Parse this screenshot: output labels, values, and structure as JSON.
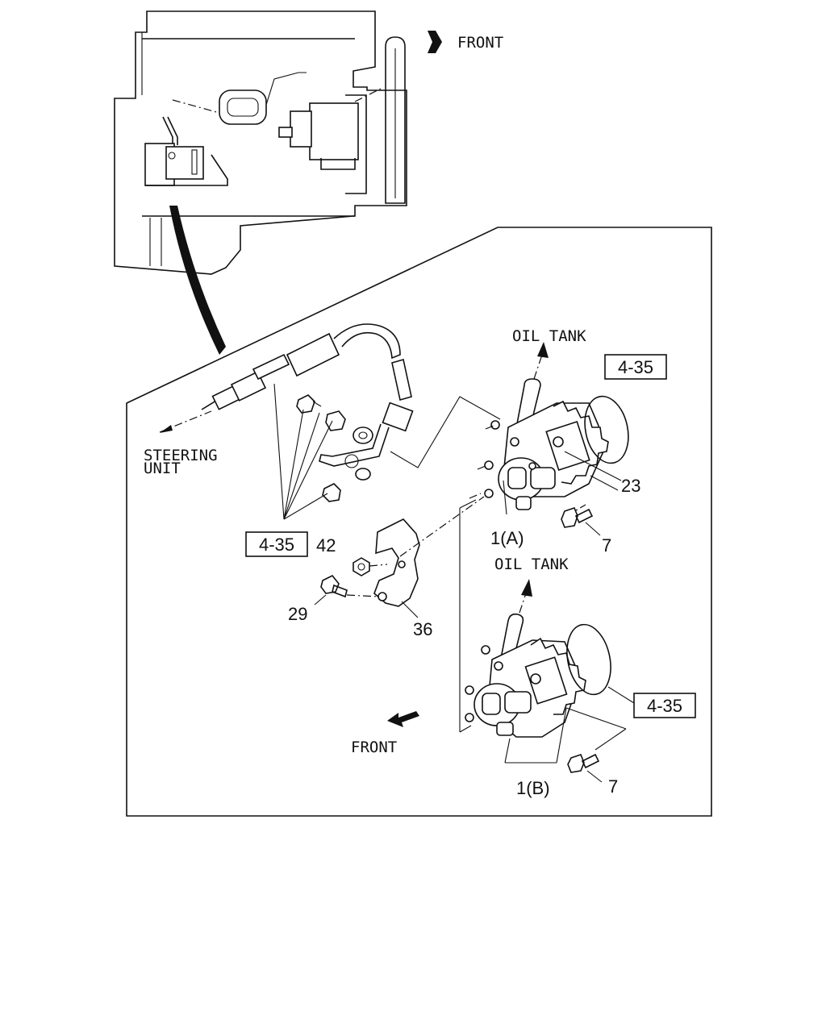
{
  "labels": {
    "front_top": "FRONT",
    "front_bottom": "FRONT",
    "oil_tank_upper": "OIL TANK",
    "oil_tank_lower": "OIL TANK",
    "steering_unit_line1": "STEERING",
    "steering_unit_line2": "UNIT"
  },
  "refs": {
    "ref_upper_right": "4-35",
    "ref_left": "4-35",
    "ref_lower_right": "4-35"
  },
  "parts": {
    "p23": "23",
    "p7_upper": "7",
    "p1a": "1(A)",
    "p42": "42",
    "p29": "29",
    "p36": "36",
    "p7_lower": "7",
    "p1b": "1(B)"
  }
}
